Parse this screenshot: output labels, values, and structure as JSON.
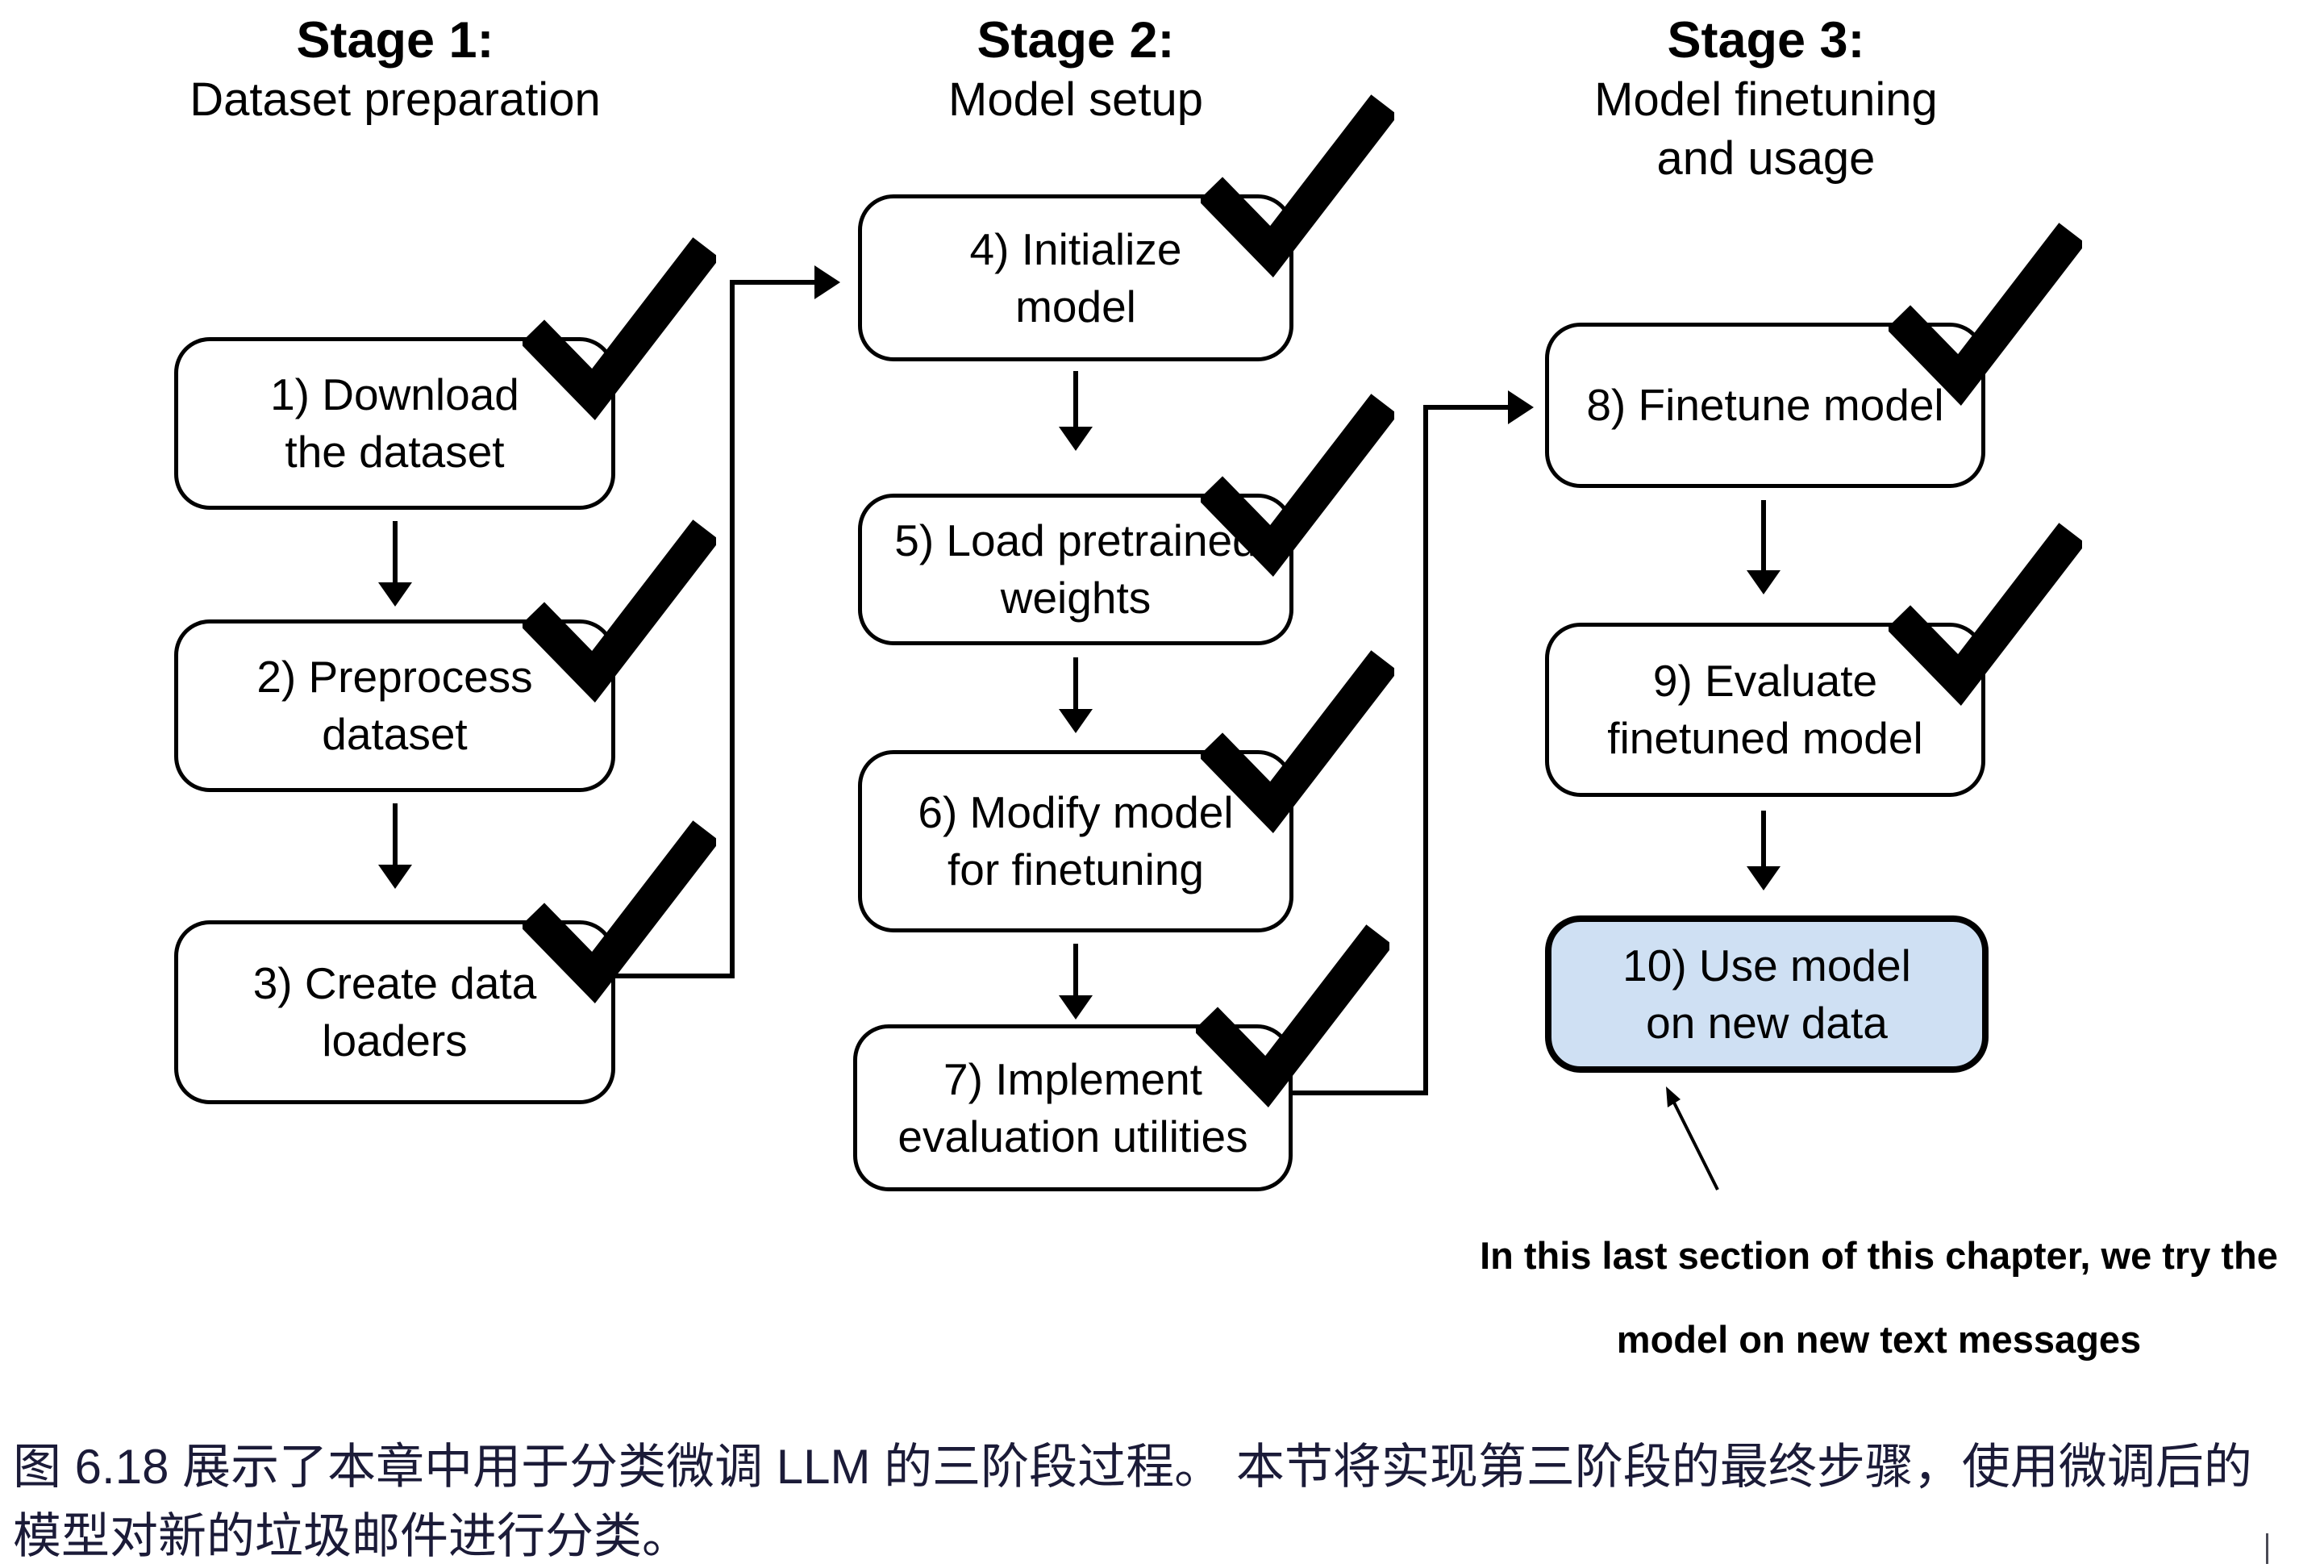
{
  "figure": {
    "stages": [
      {
        "title": "Stage 1:",
        "subtitle1": "Dataset preparation",
        "subtitle2": ""
      },
      {
        "title": "Stage 2:",
        "subtitle1": "Model setup",
        "subtitle2": ""
      },
      {
        "title": "Stage 3:",
        "subtitle1": "Model finetuning",
        "subtitle2": "and usage"
      }
    ],
    "steps": [
      {
        "lines": [
          "1) Download",
          "the dataset"
        ],
        "checked": true,
        "highlighted": false
      },
      {
        "lines": [
          "2) Preprocess",
          "dataset"
        ],
        "checked": true,
        "highlighted": false
      },
      {
        "lines": [
          "3) Create data",
          "loaders"
        ],
        "checked": true,
        "highlighted": false
      },
      {
        "lines": [
          "4) Initialize",
          "model"
        ],
        "checked": true,
        "highlighted": false
      },
      {
        "lines": [
          "5) Load pretrained",
          "weights"
        ],
        "checked": true,
        "highlighted": false
      },
      {
        "lines": [
          "6) Modify model",
          "for finetuning"
        ],
        "checked": true,
        "highlighted": false
      },
      {
        "lines": [
          "7) Implement",
          "evaluation utilities"
        ],
        "checked": true,
        "highlighted": false
      },
      {
        "lines": [
          "8) Finetune model"
        ],
        "checked": true,
        "highlighted": false
      },
      {
        "lines": [
          "9) Evaluate",
          "finetuned model"
        ],
        "checked": true,
        "highlighted": false
      },
      {
        "lines": [
          "10) Use model",
          "on new data"
        ],
        "checked": false,
        "highlighted": true
      }
    ],
    "annotation": {
      "line1": "In this last section of this chapter, we try the",
      "line2": "model on new text messages"
    }
  },
  "caption": {
    "line1": "图 6.18 展示了本章中用于分类微调 LLM 的三阶段过程。 本节将实现第三阶段的最终步骤，使用微调后的",
    "line2": "模型对新的垃圾邮件进行分类。"
  },
  "colors": {
    "ink": "#000000",
    "highlight_fill": "#cfe0f3",
    "caption_text": "#1b1b38",
    "background": "#ffffff"
  }
}
